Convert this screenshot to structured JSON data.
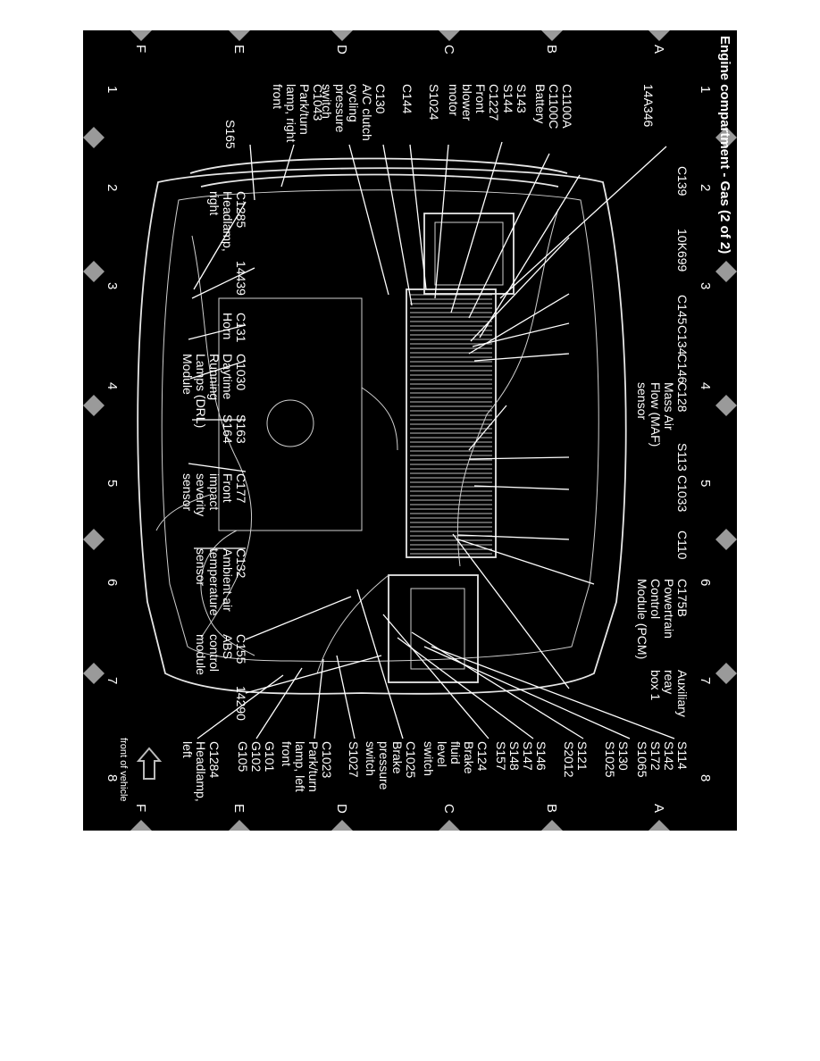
{
  "title": "Engine compartment - Gas (2 of 2)",
  "columns": [
    "1",
    "2",
    "3",
    "4",
    "5",
    "6",
    "7",
    "8"
  ],
  "rows": [
    "A",
    "B",
    "C",
    "D",
    "E",
    "F"
  ],
  "front_note": "front of vehicle",
  "labels": {
    "l14A346": [
      "14A346"
    ],
    "c1100": [
      "C1100A",
      "C1100C",
      "Battery"
    ],
    "s143": [
      "S143",
      "S144"
    ],
    "c1227": [
      "C1227",
      "Front",
      "blower",
      "motor"
    ],
    "s1024": [
      "S1024"
    ],
    "c144": [
      "C144"
    ],
    "c130": [
      "C130",
      "A/C clutch",
      "cycling",
      "pressure",
      "switch"
    ],
    "c1043": [
      "C1043",
      "Park/turn",
      "lamp, right",
      "front"
    ],
    "s165": [
      "S165"
    ],
    "c139": [
      "C139"
    ],
    "c1285": [
      "C1285",
      "Headlamp,",
      "right"
    ],
    "l10K699": [
      "10K699"
    ],
    "l14439": [
      "14439"
    ],
    "c145": [
      "C145"
    ],
    "c131": [
      "C131",
      "Horn"
    ],
    "c134": [
      "C134"
    ],
    "c146": [
      "C146"
    ],
    "c1030": [
      "C1030",
      "Daytime",
      "Running",
      "Lamps (DRL)",
      "Module"
    ],
    "c128": [
      "C128",
      "Mass Air",
      "Flow (MAF)",
      "sensor"
    ],
    "s163": [
      "S163",
      "S164"
    ],
    "s113": [
      "S113"
    ],
    "c177": [
      "C177",
      "Front",
      "impact",
      "severity",
      "sensor"
    ],
    "c1033": [
      "C1033"
    ],
    "c132": [
      "C132",
      "Ambient air",
      "temperature",
      "sensor"
    ],
    "c110": [
      "C110"
    ],
    "c175b": [
      "C175B",
      "Powertrain",
      "Control",
      "Module (PCM)"
    ],
    "c155": [
      "C155",
      "ABS",
      "control",
      "module"
    ],
    "aux": [
      "Auxiliary",
      "reay",
      "box 1"
    ],
    "l14290": [
      "14290"
    ],
    "s114": [
      "S114",
      "S142",
      "S172",
      "S1065"
    ],
    "s130": [
      "S130",
      "S1025"
    ],
    "s121": [
      "S121",
      "S2012"
    ],
    "s146": [
      "S146",
      "S147",
      "S148",
      "S157"
    ],
    "c124": [
      "C124",
      "Brake",
      "fluid",
      "level",
      "switch"
    ],
    "c1025": [
      "C1025",
      "Brake",
      "pressure",
      "switch"
    ],
    "s1027": [
      "S1027"
    ],
    "c1023": [
      "C1023",
      "Park/turn",
      "lamp, left",
      "front"
    ],
    "g101": [
      "G101",
      "G102",
      "G105"
    ],
    "c1284": [
      "C1284",
      "Headlamp,",
      "left"
    ]
  },
  "colors": {
    "background": "#000000",
    "foreground": "#ffffff",
    "page": "#ffffff"
  },
  "icons": {
    "front_arrow": "arrow-left-icon",
    "edge_markers": "diamond-icon"
  }
}
